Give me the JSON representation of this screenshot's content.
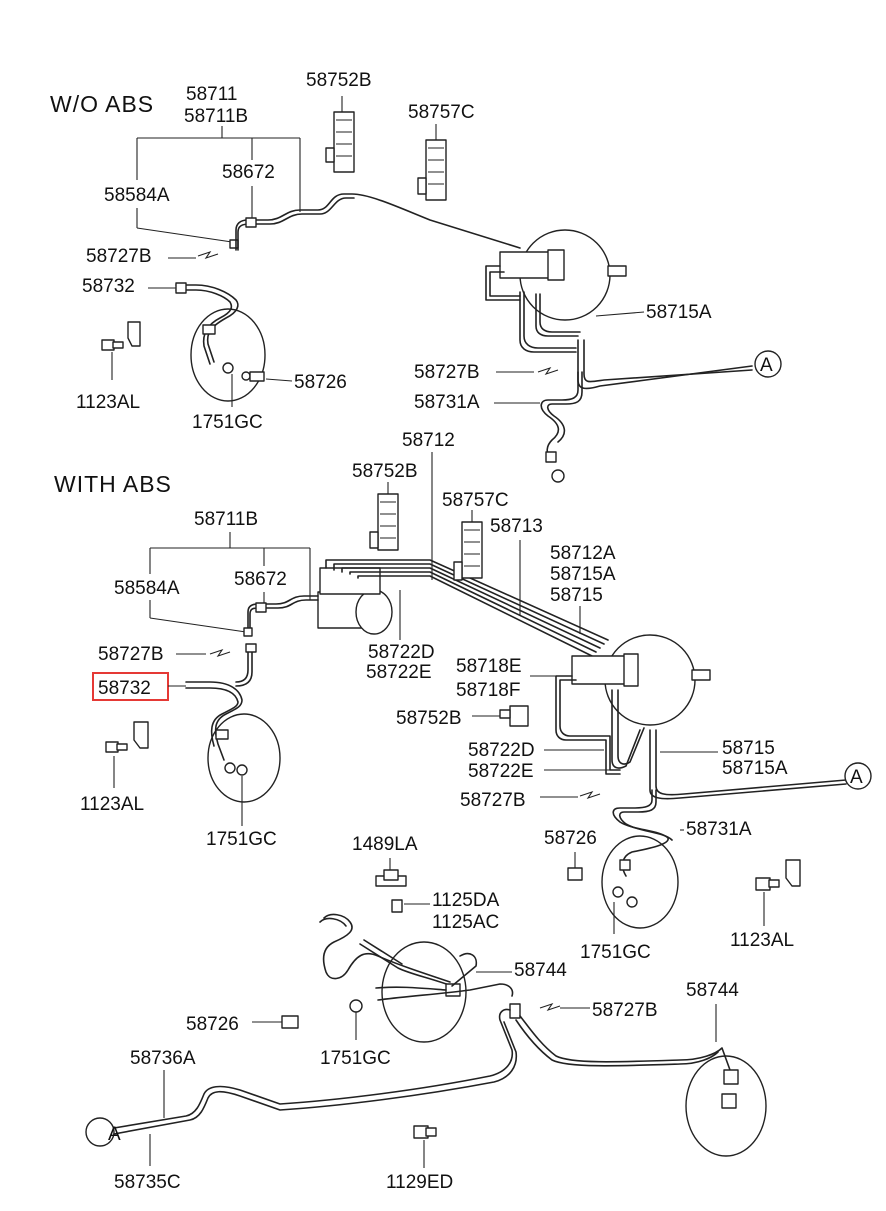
{
  "headers": {
    "wo_abs": "W/O  ABS",
    "with_abs": "WITH  ABS"
  },
  "wo_abs_labels": {
    "p58711": "58711",
    "p58711b": "58711B",
    "p58752b": "58752B",
    "p58757c": "58757C",
    "p58672": "58672",
    "p58584a": "58584A",
    "p58727b_1": "58727B",
    "p58732": "58732",
    "p58715a": "58715A",
    "p1123al": "1123AL",
    "p58726": "58726",
    "p1751gc": "1751GC",
    "p58727b_2": "58727B",
    "p58731a": "58731A",
    "conn_a": "A"
  },
  "with_abs_labels": {
    "p58712": "58712",
    "p58752b": "58752B",
    "p58711b": "58711B",
    "p58757c": "58757C",
    "p58713": "58713",
    "p58712a": "58712A",
    "p58715a": "58715A",
    "p58715": "58715",
    "p58672": "58672",
    "p58584a": "58584A",
    "p58727b": "58727B",
    "p58722d": "58722D",
    "p58722e": "58722E",
    "p58718e": "58718E",
    "p58718f": "58718F",
    "p58732": "58732",
    "p58752b_2": "58752B",
    "p58722d_2": "58722D",
    "p58722e_2": "58722E",
    "p58715_2": "58715",
    "p58715a_2": "58715A",
    "conn_a": "A",
    "p1123al": "1123AL",
    "p58727b_2": "58727B",
    "p1751gc": "1751GC",
    "p58731a": "58731A",
    "p58726": "58726"
  },
  "rear_labels": {
    "p1489la": "1489LA",
    "p1125da": "1125DA",
    "p1125ac": "1125AC",
    "p1751gc_1": "1751GC",
    "p1123al": "1123AL",
    "p58744_1": "58744",
    "p58744_2": "58744",
    "p58726": "58726",
    "p58727b": "58727B",
    "p1751gc_2": "1751GC",
    "p58736a": "58736A",
    "p58735c": "58735C",
    "p1129ed": "1129ED",
    "conn_a": "A"
  },
  "highlight": {
    "part": "58732",
    "color": "#e53935"
  }
}
